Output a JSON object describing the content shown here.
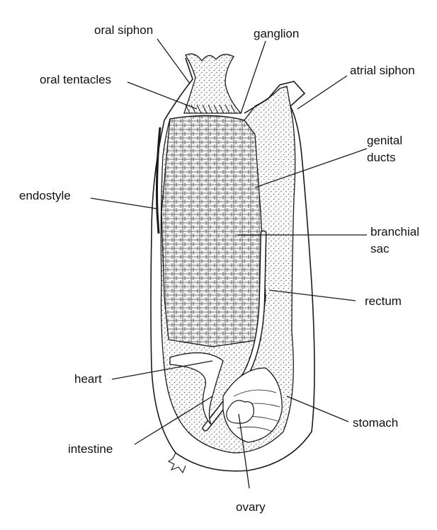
{
  "diagram": {
    "colors": {
      "ink": "#1a1a1a",
      "stipple": "#6e6e6e",
      "background": "#ffffff"
    },
    "labels": {
      "oral_siphon": "oral siphon",
      "ganglion": "ganglion",
      "atrial_siphon": "atrial siphon",
      "oral_tentacles": "oral tentacles",
      "genital_ducts_1": "genital",
      "genital_ducts_2": "ducts",
      "endostyle": "endostyle",
      "branchial_sac_1": "branchial",
      "branchial_sac_2": "sac",
      "rectum": "rectum",
      "heart": "heart",
      "stomach": "stomach",
      "intestine": "intestine",
      "ovary": "ovary"
    }
  }
}
